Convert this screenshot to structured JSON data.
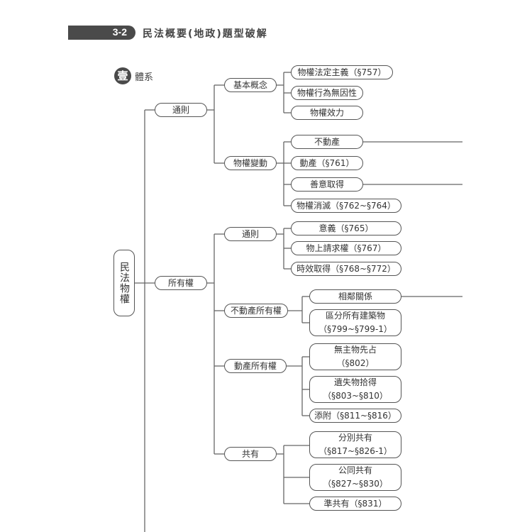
{
  "header": {
    "chapter": "3-2",
    "title": "民法概要(地政)題型破解"
  },
  "section": {
    "badge": "壹",
    "label": "體系"
  },
  "root": "民法物權",
  "nodes": {
    "tongze": "通則",
    "jiben": "基本概念",
    "jiben_1": "物權法定主義（§757）",
    "jiben_2": "物權行為無因性",
    "jiben_3": "物權效力",
    "biandong": "物權變動",
    "bd_1": "不動產",
    "bd_2": "動產（§761）",
    "bd_3": "善意取得",
    "bd_4": "物權消滅（§762~§764）",
    "suoyou": "所有權",
    "sy_tongze": "通則",
    "syt_1": "意義（§765）",
    "syt_2": "物上請求權（§767）",
    "syt_3": "時效取得（§768~§772）",
    "bdc": "不動產所有權",
    "bdc_1": "相鄰關係",
    "bdc_2a": "區分所有建築物",
    "bdc_2b": "（§799~§799-1）",
    "dc": "動產所有權",
    "dc_1a": "無主物先占",
    "dc_1b": "（§802）",
    "dc_2a": "遺失物拾得",
    "dc_2b": "（§803~§810）",
    "dc_3": "添附（§811~§816）",
    "gongyou": "共有",
    "gy_1a": "分別共有",
    "gy_1b": "（§817~§826-1）",
    "gy_2a": "公同共有",
    "gy_2b": "（§827~§830）",
    "gy_3": "準共有（§831）"
  }
}
